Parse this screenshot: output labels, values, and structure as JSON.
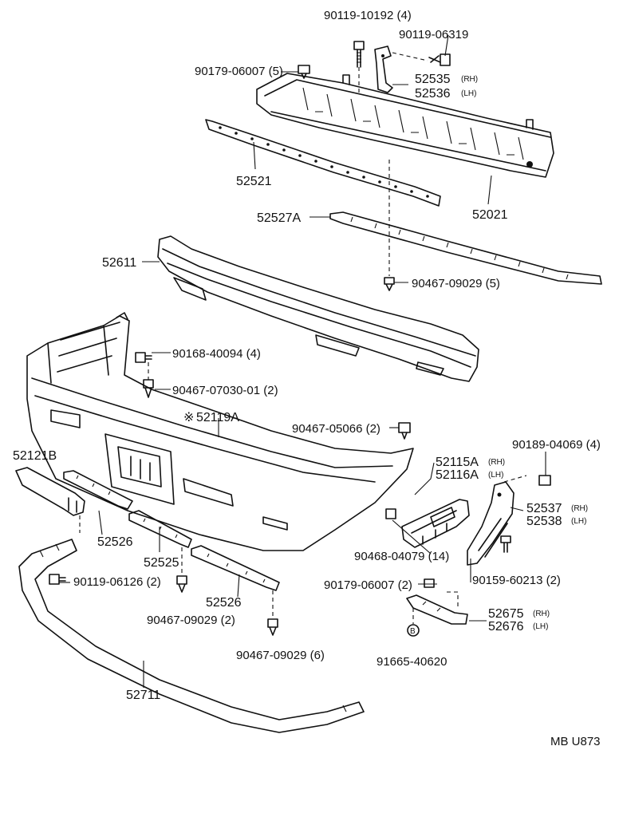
{
  "labels": {
    "p90119_10192": "90119-10192 (4)",
    "p90119_06319": "90119-06319",
    "p90179_06007_5": "90179-06007 (5)",
    "p52535": "52535",
    "p52536": "52536",
    "rh": "(RH)",
    "lh": "(LH)",
    "p52521": "52521",
    "p52021": "52021",
    "p52527A": "52527A",
    "p52611": "52611",
    "p90467_09029_5": "90467-09029 (5)",
    "p90168_40094": "90168-40094 (4)",
    "p90467_07030": "90467-07030-01 (2)",
    "p52119A": "52119A",
    "asterisk": "※",
    "p90467_05066": "90467-05066 (2)",
    "p52121B": "52121B",
    "p52115A": "52115A",
    "p52116A": "52116A",
    "p90189_04069": "90189-04069 (4)",
    "p52537": "52537",
    "p52538": "52538",
    "p52526_a": "52526",
    "p52525": "52525",
    "p52526_b": "52526",
    "p90468_04079": "90468-04079 (14)",
    "p90119_06126": "90119-06126 (2)",
    "p90159_60213": "90159-60213 (2)",
    "p90179_06007_2": "90179-06007 (2)",
    "p90467_09029_2": "90467-09029 (2)",
    "p52675": "52675",
    "p52676": "52676",
    "marker_b": "B",
    "p91665_40620": "91665-40620",
    "p90467_09029_6": "90467-09029 (6)",
    "p52711": "52711",
    "code": "MB U873"
  }
}
